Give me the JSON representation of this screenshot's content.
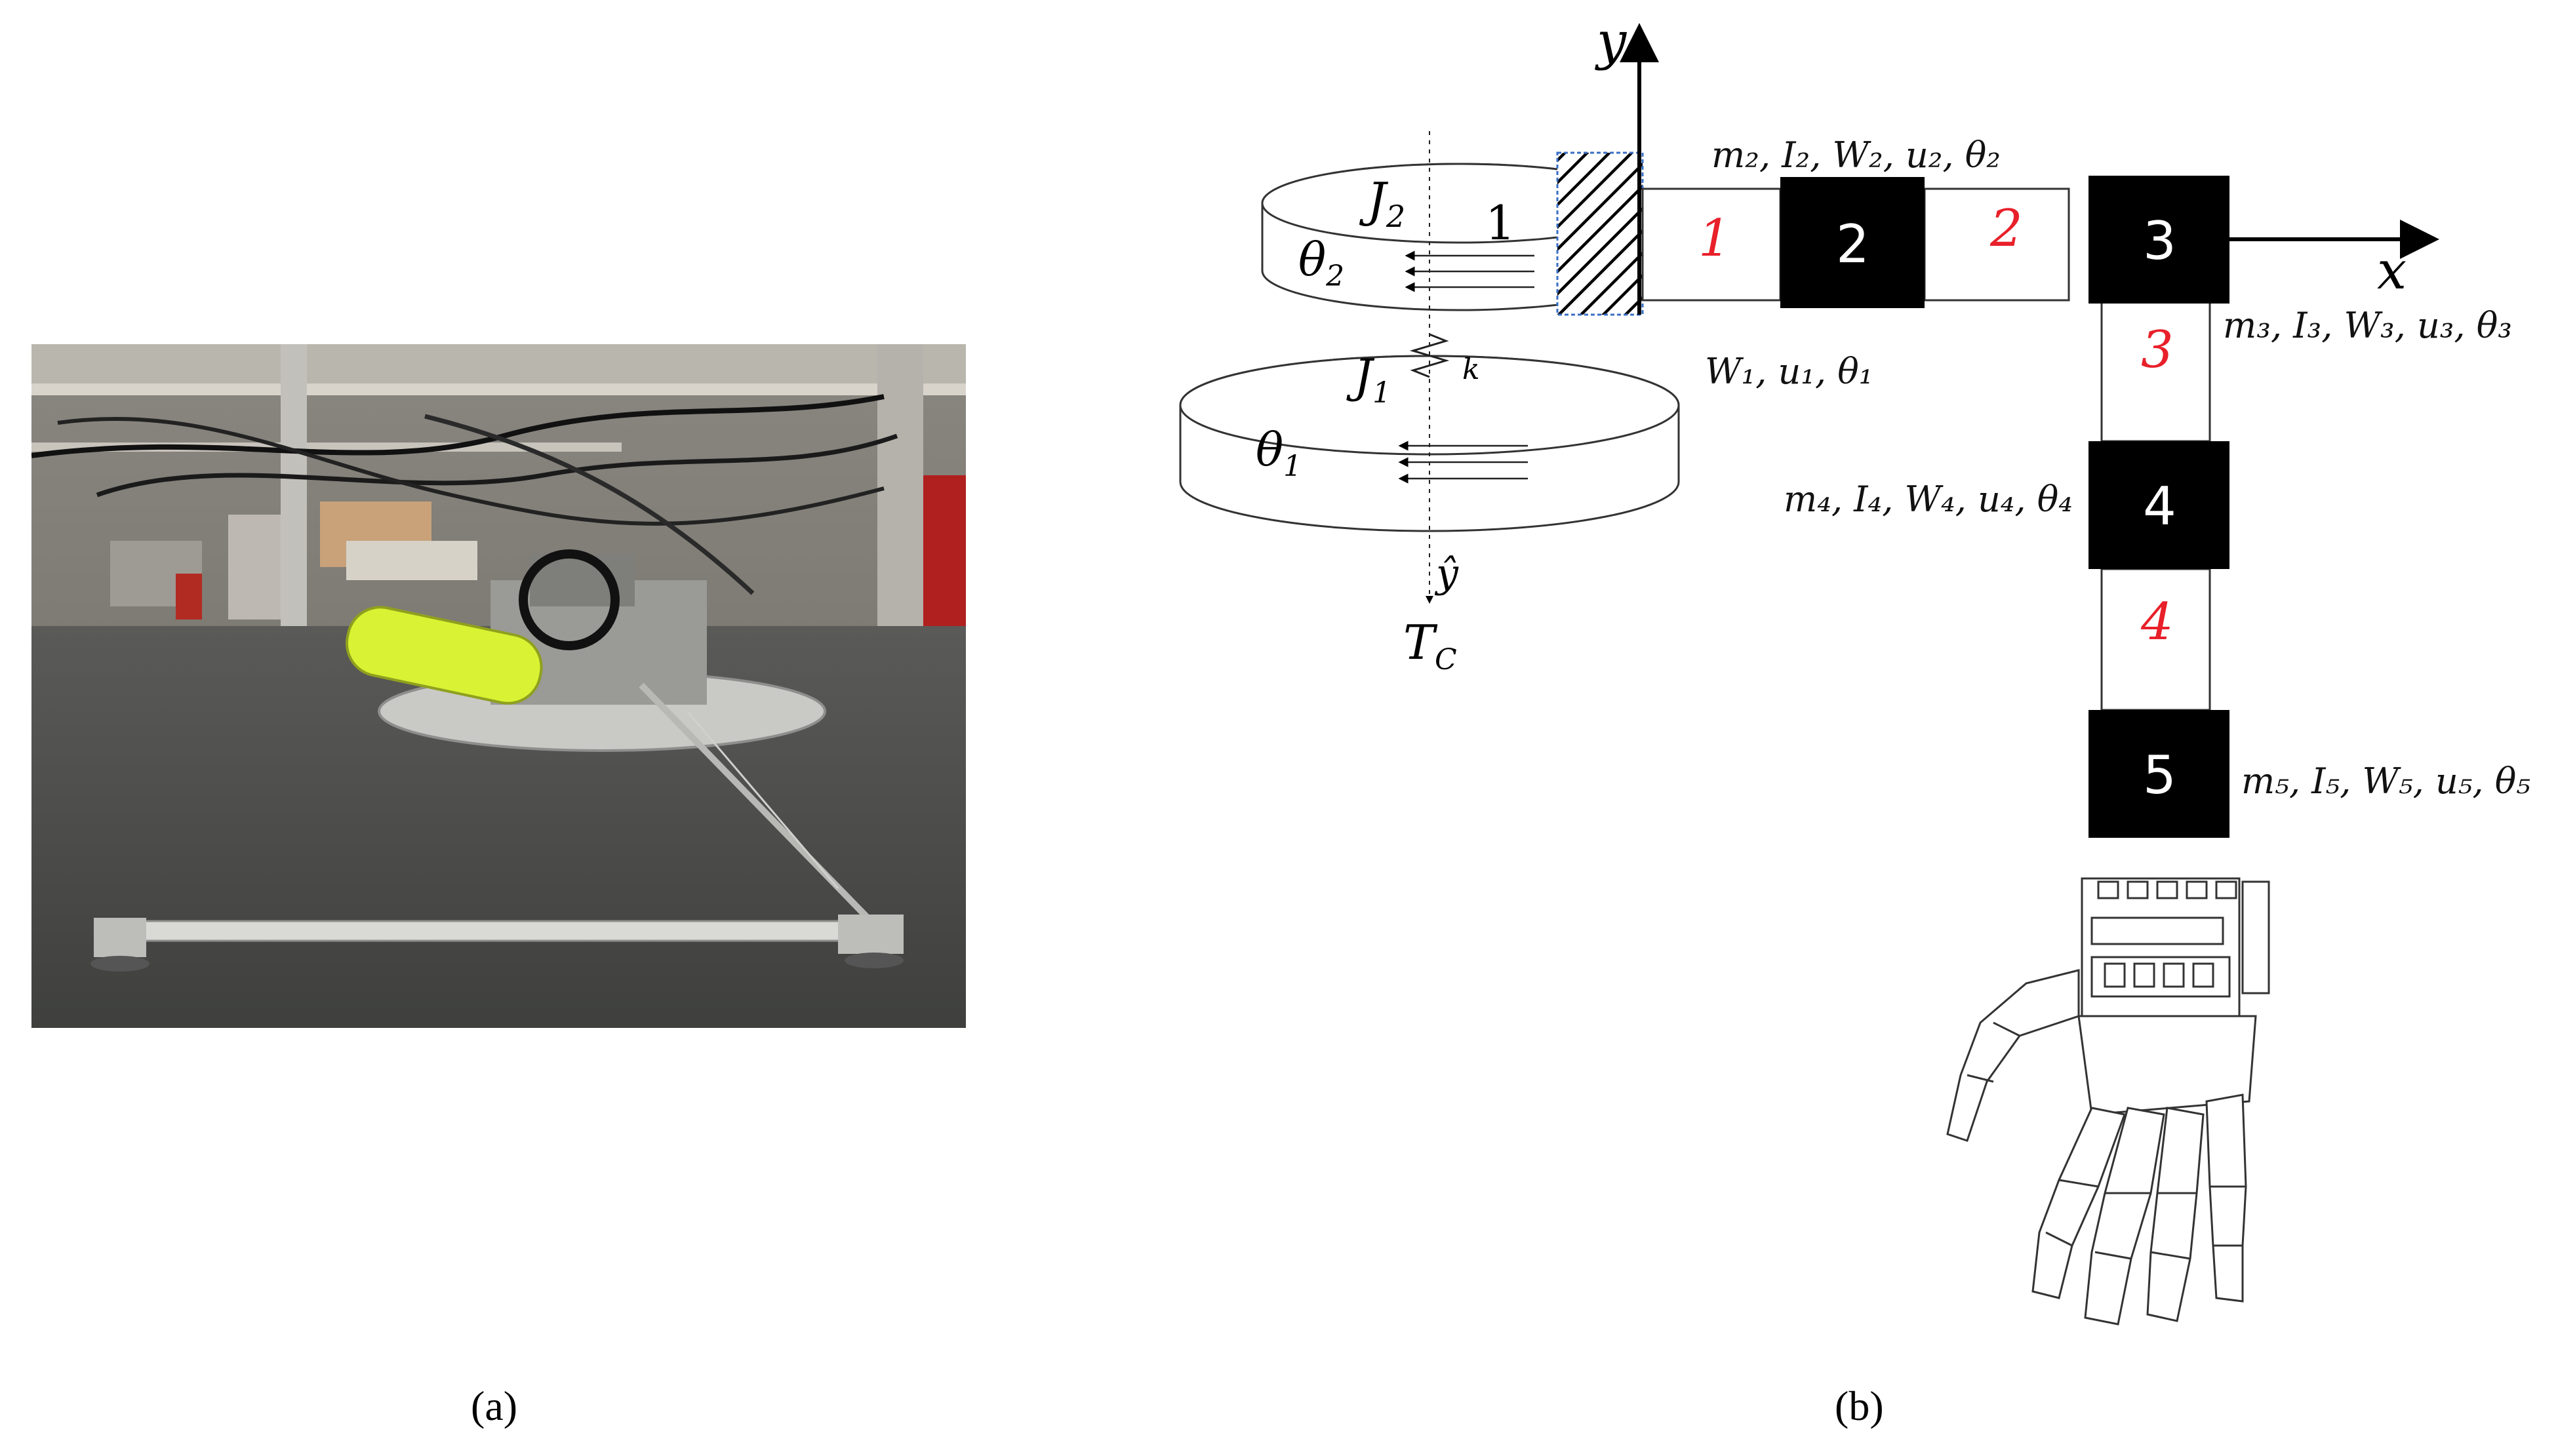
{
  "captions": {
    "a": "(a)",
    "b": "(b)"
  },
  "photo": {
    "description_icon": "photo-of-free-floating-robot-icon"
  },
  "diagram": {
    "axes": {
      "y": "y",
      "x": "x",
      "yhat": "ŷ",
      "torque": "T",
      "torque_sub": "C"
    },
    "wheels": {
      "J2": {
        "base": "J",
        "sub": "2"
      },
      "J1": {
        "base": "J",
        "sub": "1"
      },
      "theta2": {
        "base": "θ",
        "sub": "2"
      },
      "theta1": {
        "base": "θ",
        "sub": "1"
      },
      "spring": "k",
      "one_label": "1"
    },
    "nodes": [
      "2",
      "3",
      "4",
      "5"
    ],
    "links": [
      "1",
      "2",
      "3",
      "4"
    ],
    "params": {
      "p1": "W₁, u₁, θ₁",
      "p2": "m₂, I₂, W₂, u₂, θ₂",
      "p3": "m₃, I₃, W₃, u₃, θ₃",
      "p4": "m₄, I₄, W₄, u₄, θ₄",
      "p5": "m₅, I₅, W₅, u₅, θ₅"
    },
    "colors": {
      "node": "#000000",
      "link_label": "#e8202a",
      "hatch_border": "#3a6fc4"
    }
  }
}
